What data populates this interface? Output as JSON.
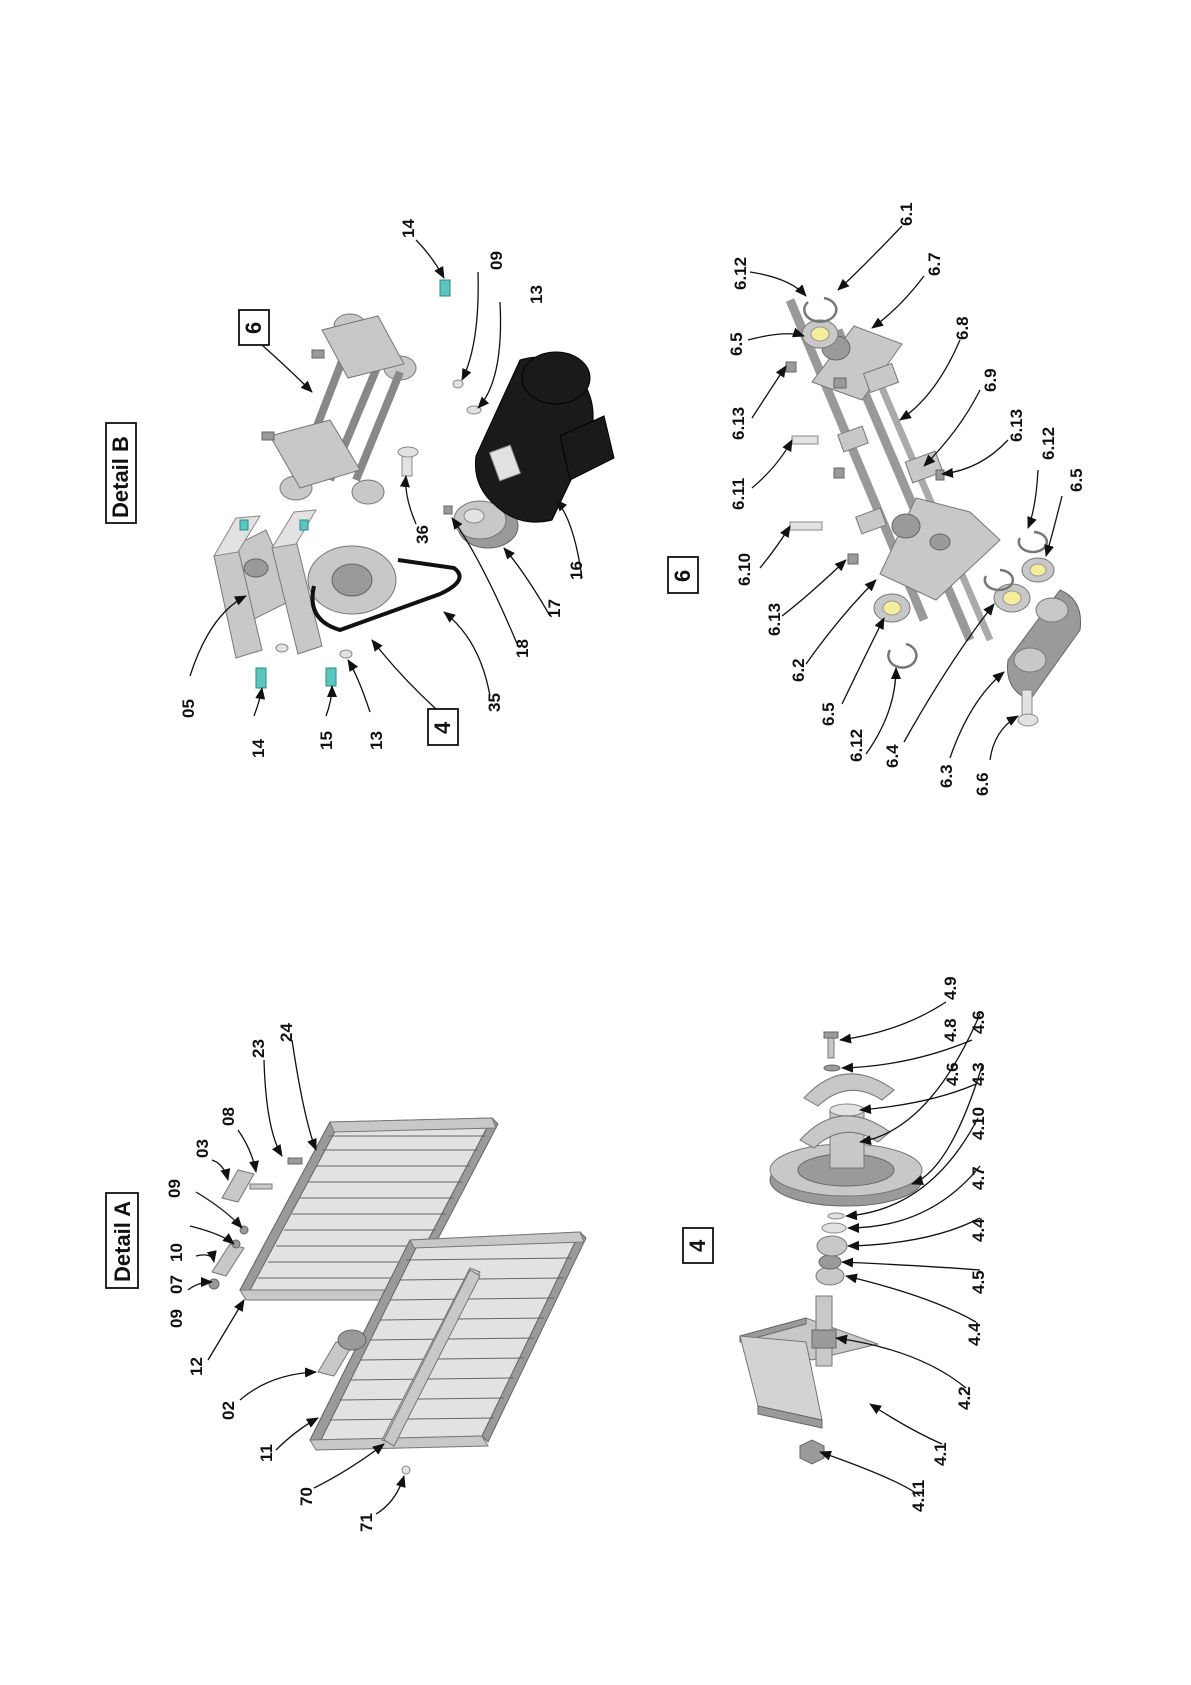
{
  "titles": {
    "detail_a": "Detail A",
    "detail_b": "Detail B",
    "box_4_top": "4",
    "box_6_top": "6",
    "box_4_bottom": "4",
    "box_6_bottom": "6"
  },
  "detail_a_callouts": [
    "09",
    "12",
    "02",
    "11",
    "70",
    "71",
    "07",
    "10",
    "09",
    "03",
    "08",
    "23",
    "24"
  ],
  "detail_b_callouts": [
    "05",
    "14",
    "15",
    "13",
    "35",
    "18",
    "17",
    "16",
    "36",
    "13",
    "09",
    "14"
  ],
  "assembly_4_callouts": [
    "4.11",
    "4.1",
    "4.2",
    "4.4",
    "4.5",
    "4.4",
    "4.7",
    "4.10",
    "4.3",
    "4.6",
    "4.6",
    "4.8",
    "4.9"
  ],
  "assembly_6_callouts": [
    "6.12",
    "6.5",
    "6.13",
    "6.11",
    "6.10",
    "6.13",
    "6.2",
    "6.5",
    "6.12",
    "6.4",
    "6.3",
    "6.6",
    "6.1",
    "6.7",
    "6.8",
    "6.9",
    "6.13",
    "6.12",
    "6.5"
  ],
  "colors": {
    "ink": "#111111",
    "metal_light": "#c8c8c8",
    "metal_dark": "#9a9a9a",
    "motor": "#1a1a1a",
    "screw_cyan": "#5bc6c0",
    "bearing_yellow": "#f4ed9a"
  }
}
